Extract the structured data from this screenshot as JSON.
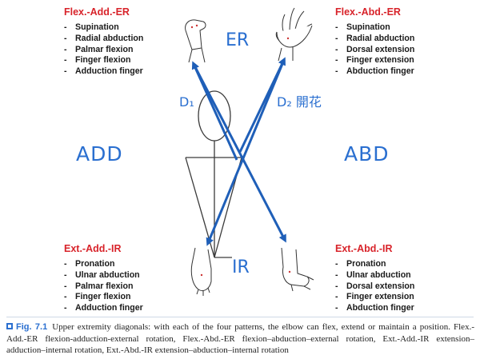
{
  "blocks": {
    "top_left": {
      "title": "Flex.-Add.-ER",
      "items": [
        "Supination",
        "Radial abduction",
        "Palmar flexion",
        "Finger flexion",
        "Adduction finger"
      ]
    },
    "top_right": {
      "title": "Flex.-Abd.-ER",
      "items": [
        "Supination",
        "Radial abduction",
        "Dorsal extension",
        "Finger extension",
        "Abduction finger"
      ]
    },
    "bottom_left": {
      "title": "Ext.-Add.-IR",
      "items": [
        "Pronation",
        "Ulnar abduction",
        "Palmar flexion",
        "Finger flexion",
        "Adduction finger"
      ]
    },
    "bottom_right": {
      "title": "Ext.-Abd.-IR",
      "items": [
        "Pronation",
        "Ulnar abduction",
        "Dorsal extension",
        "Finger extension",
        "Abduction finger"
      ]
    }
  },
  "handwritten": {
    "add": "ADD",
    "abd": "ABD",
    "er": "ER",
    "ir": "IR",
    "d1": "D₁",
    "d2": "D₂ 開花"
  },
  "colors": {
    "title_red": "#d8232a",
    "arrow_blue": "#1f5fb8",
    "hand_blue": "#2a6fd0",
    "figure_line": "#3a3a3a"
  },
  "caption": {
    "fig_label": "Fig. 7.1",
    "text": "Upper extremity diagonals: with each of the four patterns, the elbow can flex, extend or maintain a position. Flex.-Add.-ER flexion-adduction-external rotation, Flex.-Abd.-ER flexion–abduction–external rotation, Ext.-Add.-IR extension–adduction–internal rotation, Ext.-Abd.-IR extension–abduction–internal rotation"
  }
}
